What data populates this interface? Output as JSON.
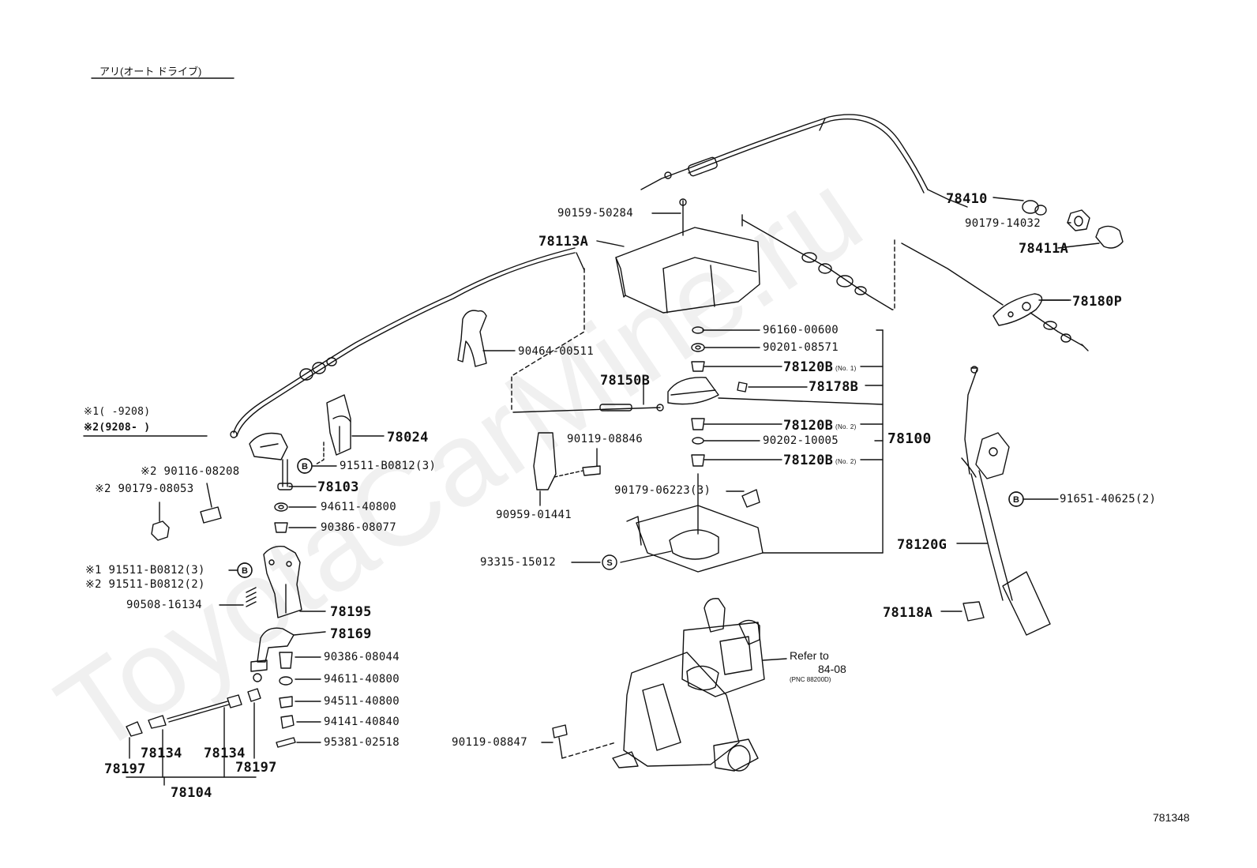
{
  "header": {
    "title": "アリ(オート ドライブ)"
  },
  "legend": {
    "n1": "※1(      -9208)",
    "n2": "※2(9208-        )"
  },
  "watermark": "ToyotaCarMine.ru",
  "figure_number": "781348",
  "refer": {
    "line1": "Refer to",
    "line2": "84-08",
    "line3": "(PNC 88200D)"
  },
  "labels": {
    "p78410": "78410",
    "p90179_14032": "90179-14032",
    "p78411A": "78411A",
    "p90159_50284": "90159-50284",
    "p78113A": "78113A",
    "p78180P": "78180P",
    "p96160_00600": "96160-00600",
    "p90201_08571": "90201-08571",
    "p78120B_1": "78120B",
    "no1": "(No. 1)",
    "p78178B": "78178B",
    "p78150B": "78150B",
    "p90464_00511": "90464-00511",
    "p78120B_2": "78120B",
    "no2a": "(No. 2)",
    "p90202_10005": "90202-10005",
    "p78100": "78100",
    "p78120B_3": "78120B",
    "no2b": "(No. 2)",
    "p90119_08846": "90119-08846",
    "p90179_06223": "90179-06223(3)",
    "p90959_01441": "90959-01441",
    "p93315_15012": "93315-15012",
    "p91651_40625": "91651-40625(2)",
    "p78120G": "78120G",
    "p78118A": "78118A",
    "p78024": "78024",
    "p91511_B0812_3a": "91511-B0812(3)",
    "p78103": "78103",
    "p90116_08208": "※2 90116-08208",
    "p90179_08053": "※2 90179-08053",
    "p94611_40800a": "94611-40800",
    "p90386_08077": "90386-08077",
    "p91511_n1": "※1 91511-B0812(3)",
    "p91511_n2": "※2 91511-B0812(2)",
    "p90508_16134": "90508-16134",
    "p78195": "78195",
    "p78169": "78169",
    "p90386_08044": "90386-08044",
    "p94611_40800b": "94611-40800",
    "p94511_40800": "94511-40800",
    "p94141_40840": "94141-40840",
    "p95381_02518": "95381-02518",
    "p90119_08847": "90119-08847",
    "p78134a": "78134",
    "p78134b": "78134",
    "p78197a": "78197",
    "p78197b": "78197",
    "p78104": "78104"
  }
}
